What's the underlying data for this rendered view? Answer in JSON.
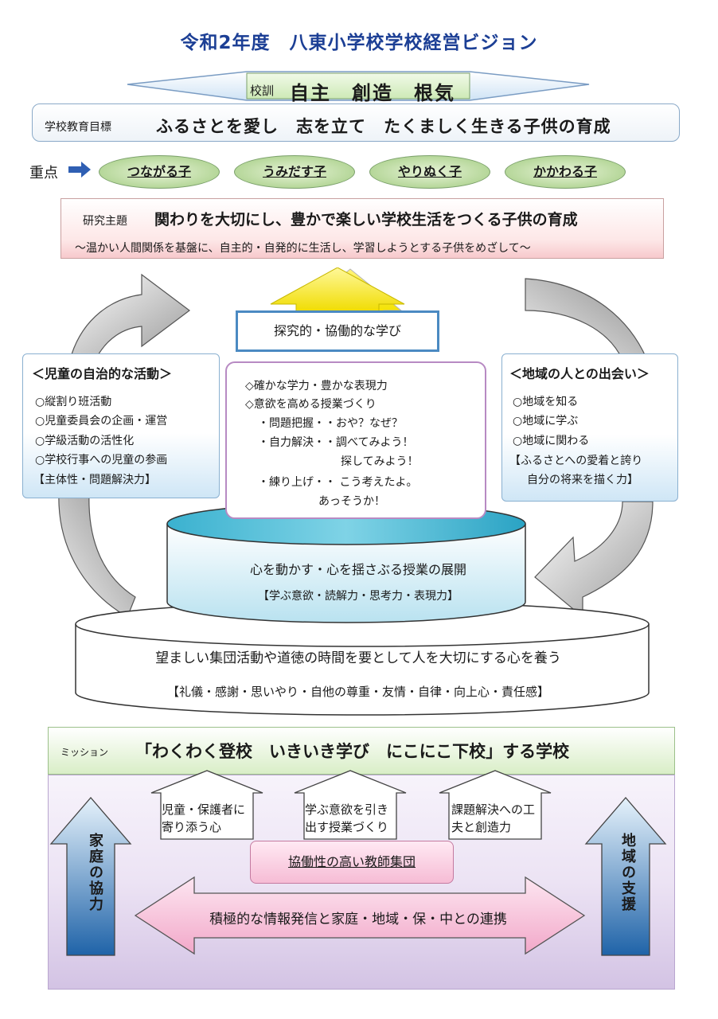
{
  "title": "令和2年度　八東小学校学校経営ビジョン",
  "motto": {
    "label": "校訓",
    "text": "自主　創造　根気"
  },
  "school_goal": {
    "label": "学校教育目標",
    "text": "ふるさとを愛し　志を立て　たくましく生きる子供の育成"
  },
  "focus": {
    "label": "重点",
    "items": [
      "つながる子",
      "うみだす子",
      "やりぬく子",
      "かかわる子"
    ]
  },
  "research": {
    "label": "研究主題",
    "theme": "関わりを大切にし、豊かで楽しい学校生活をつくる子供の育成",
    "subtitle": "～温かい人間関係を基盤に、自主的・自発的に生活し、学習しようとする子供をめざして～"
  },
  "inquiry": "探究的・協働的な学び",
  "left_panel": {
    "heading": "＜児童の自治的な活動＞",
    "items": [
      "○縦割り班活動",
      "○児童委員会の企画・運営",
      "○学級活動の活性化",
      "○学校行事への児童の参画"
    ],
    "note": "【主体性・問題解決力】"
  },
  "right_panel": {
    "heading": "＜地域の人との出会い＞",
    "items": [
      "○地域を知る",
      "○地域に学ぶ",
      "○地域に関わる"
    ],
    "note_1": "【ふるさとへの愛着と誇り",
    "note_2": "自分の将来を描く力】"
  },
  "center_panel": {
    "lines": [
      "◇確かな学力・豊かな表現力",
      "◇意欲を高める授業づくり",
      "・問題把握・・おや？なぜ？",
      "・自力解決・・調べてみよう！",
      "探してみよう！",
      "・練り上げ・・ こう考えたよ。",
      "あっそうか！"
    ]
  },
  "tier_upper": {
    "text": "心を動かす・心を揺さぶる授業の展開",
    "sub": "【学ぶ意欲・読解力・思考力・表現力】"
  },
  "tier_lower": {
    "text": "望ましい集団活動や道徳の時間を要として人を大切にする心を養う",
    "sub": "【礼儀・感謝・思いやり・自他の尊重・友情・自律・向上心・責任感】"
  },
  "mission": {
    "label": "ミッション",
    "text": "「わくわく登校　いきいき学び　にこにこ下校」する学校"
  },
  "supports": [
    {
      "line1": "児童・保護者に",
      "line2": "寄り添う心"
    },
    {
      "line1": "学ぶ意欲を引き",
      "line2": "出す授業づくり"
    },
    {
      "line1": "課題解決への工",
      "line2": "夫と創造力"
    }
  ],
  "teachers": "協働性の高い教師集団",
  "collaboration": "積極的な情報発信と家庭・地域・保・中との連携",
  "family": "家庭の協力",
  "community": "地域の支援",
  "colors": {
    "title": "#1c3f95",
    "focus_green": "#b6d79a",
    "blue_arrow": "#2c6fb0",
    "pink": "#f6bcd5",
    "lavender": "#d3c3e4"
  }
}
